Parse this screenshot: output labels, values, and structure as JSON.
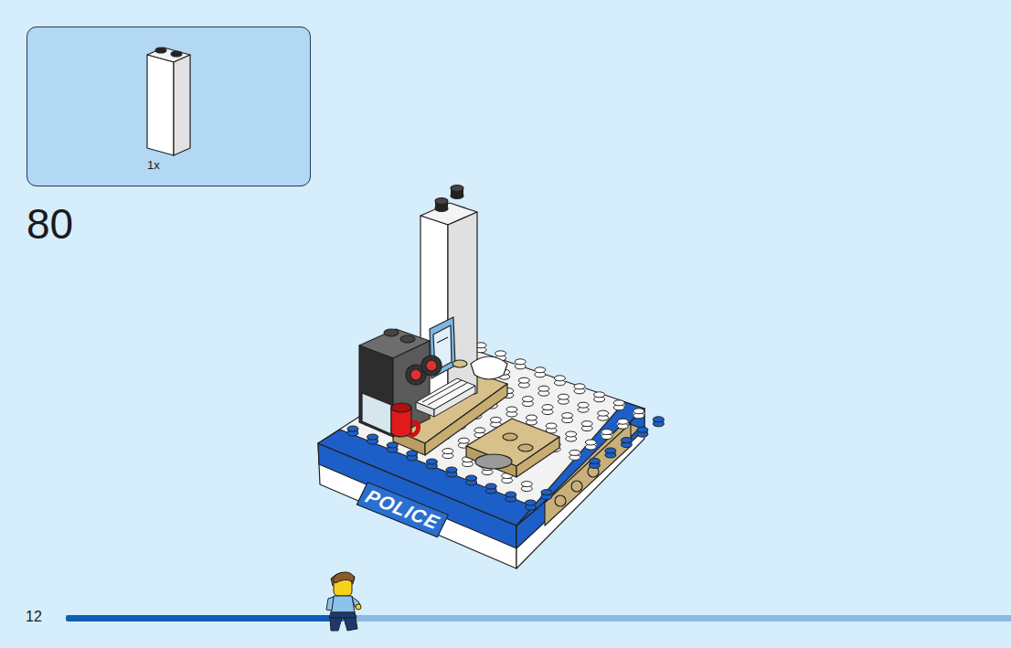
{
  "diagram": {
    "nodes": [
      {
        "text": [
          "1x"
        ]
      }
    ],
    "labels": [
      "80",
      "POLICE",
      "12"
    ]
  }
}
